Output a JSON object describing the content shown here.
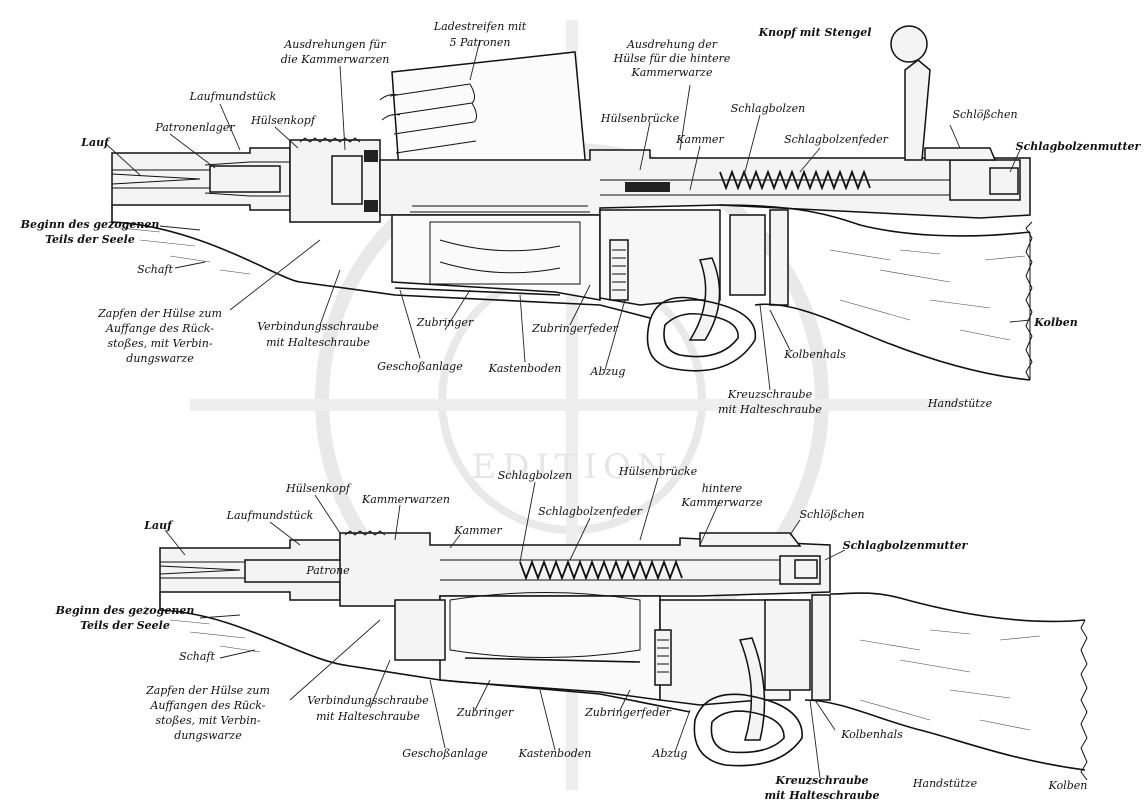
{
  "watermark": "EDITION",
  "top": {
    "labels": {
      "ladestreifen": "Ladestreifen mit",
      "patronen5": "5 Patronen",
      "knopf": "Knopf mit Stengel",
      "ausdrehungen": "Ausdrehungen für",
      "kammerwarzen": "die Kammerwarzen",
      "ausdrehung_der": "Ausdrehung der",
      "huelse_fuer": "Hülse für die hintere",
      "kammerwarze": "Kammerwarze",
      "laufmundstueck": "Laufmundstück",
      "huelsenkopf": "Hülsenkopf",
      "patronenlager": "Patronenlager",
      "lauf": "Lauf",
      "huelsenbruecke": "Hülsenbrücke",
      "schlagbolzen": "Schlagbolzen",
      "schloesschen": "Schlößchen",
      "kammer": "Kammer",
      "schlagbolzenfeder": "Schlagbolzenfeder",
      "schlagbolzenmutter": "Schlagbolzenmutter",
      "beginn1": "Beginn des gezogenen",
      "beginn2": "Teils der Seele",
      "schaft": "Schaft",
      "zapfen1": "Zapfen der Hülse zum",
      "zapfen2": "Auffange des Rück-",
      "zapfen3": "stoßes, mit Verbin-",
      "zapfen4": "dungswarze",
      "verbindung1": "Verbindungsschraube",
      "verbindung2": "mit Halteschraube",
      "zubringer": "Zubringer",
      "zubringerfeder": "Zubringerfeder",
      "kolben": "Kolben",
      "geschossanlage": "Geschoßanlage",
      "kastenboden": "Kastenboden",
      "abzug": "Abzug",
      "kolbenhals": "Kolbenhals",
      "kreuz1": "Kreuzschraube",
      "kreuz2": "mit Halteschraube",
      "handstuetze": "Handstütze"
    }
  },
  "bottom": {
    "labels": {
      "schlagbolzen": "Schlagbolzen",
      "huelsenbruecke": "Hülsenbrücke",
      "huelsenkopf": "Hülsenkopf",
      "hintere1": "hintere",
      "hintere2": "Kammerwarze",
      "kammerwarzen": "Kammerwarzen",
      "lauf": "Lauf",
      "laufmundstueck": "Laufmundstück",
      "schlagbolzenfeder": "Schlagbolzenfeder",
      "schloesschen": "Schlößchen",
      "kammer": "Kammer",
      "schlagbolzenmutter": "Schlagbolzenmutter",
      "patrone": "Patrone",
      "beginn1": "Beginn des gezogenen",
      "beginn2": "Teils der Seele",
      "schaft": "Schaft",
      "zapfen1": "Zapfen der Hülse zum",
      "zapfen2": "Auffangen des Rück-",
      "zapfen3": "stoßes, mit Verbin-",
      "zapfen4": "dungswarze",
      "verbindung1": "Verbindungsschraube",
      "verbindung2": "mit Halteschraube",
      "zubringer": "Zubringer",
      "zubringerfeder": "Zubringerfeder",
      "kolbenhals": "Kolbenhals",
      "geschossanlage": "Geschoßanlage",
      "kastenboden": "Kastenboden",
      "abzug": "Abzug",
      "kreuz1": "Kreuzschraube",
      "kreuz2": "mit Halteschraube",
      "handstuetze": "Handstütze",
      "kolben": "Kolben"
    }
  }
}
